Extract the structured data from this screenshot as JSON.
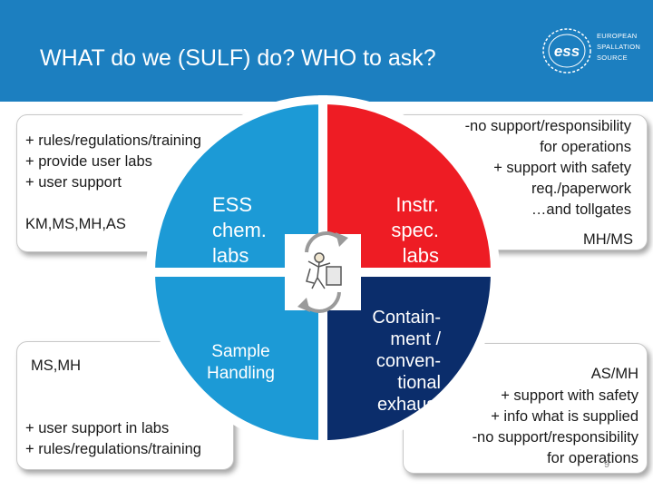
{
  "header": {
    "title": "WHAT do we (SULF) do? WHO to ask?",
    "logo": {
      "mark": "ess",
      "lines": [
        "EUROPEAN",
        "SPALLATION",
        "SOURCE"
      ]
    }
  },
  "quadrants": {
    "top_left": {
      "label_lines": [
        "ESS",
        "chem.",
        "labs"
      ],
      "color": "#1c9ad6"
    },
    "top_right": {
      "label_lines": [
        "Instr.",
        "spec.",
        "labs"
      ],
      "color": "#ee1c24"
    },
    "bottom_left": {
      "label_lines": [
        "Sample",
        "Handling"
      ],
      "color": "#1c9ad6"
    },
    "bottom_right": {
      "label_lines": [
        "Contain-",
        "ment /",
        "conven-",
        "tional",
        "exhaust"
      ],
      "color": "#0b2d6b"
    }
  },
  "boxes": {
    "top_left": {
      "lines": [
        "+ rules/regulations/training",
        "+ provide user labs",
        "+ user support"
      ],
      "people": "KM,MS,MH,AS"
    },
    "bottom_left": {
      "people": "MS,MH",
      "lines": [
        "+ user support in labs",
        "+ rules/regulations/training"
      ]
    },
    "top_right": {
      "lines": [
        "-no support/responsibility",
        "for operations",
        "+ support with safety",
        "req./paperwork",
        "…and tollgates"
      ],
      "people": "MH/MS"
    },
    "bottom_right": {
      "people": "AS/MH",
      "lines": [
        "+ support with safety",
        "+ info what is supplied",
        "-no support/responsibility",
        "for operations"
      ]
    }
  },
  "page_number": "9"
}
